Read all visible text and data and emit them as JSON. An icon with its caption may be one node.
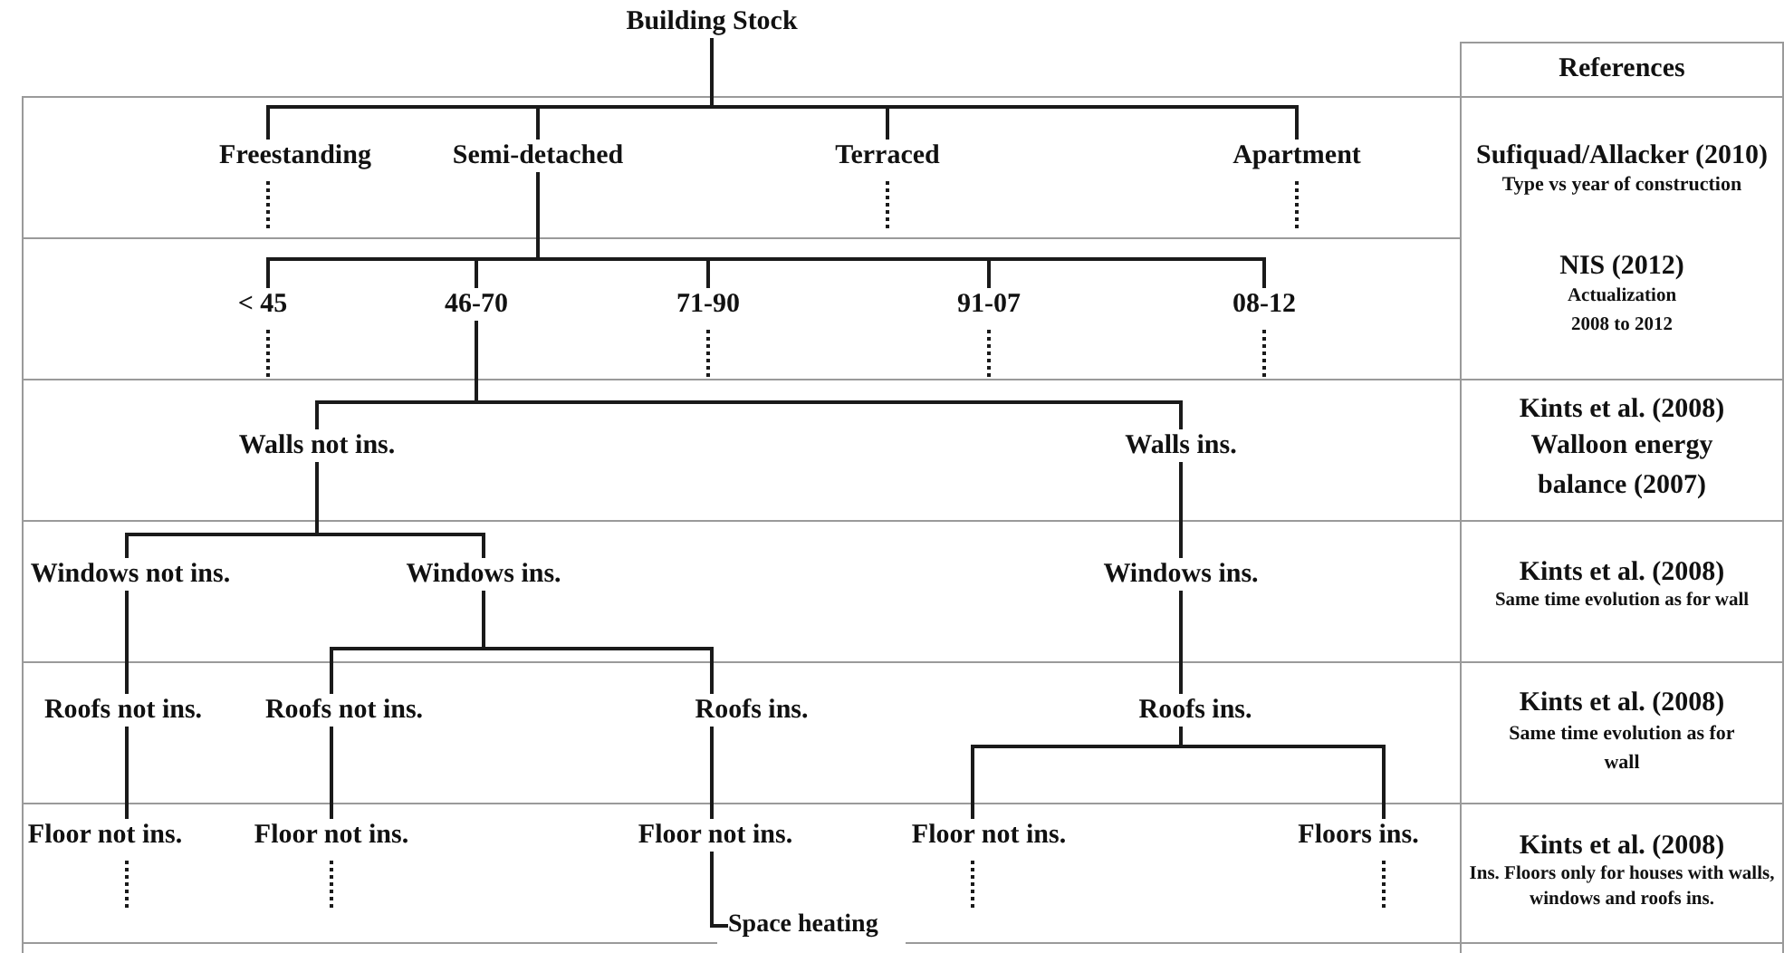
{
  "diagram": {
    "nodes": [
      {
        "text": [
          "Building Stock"
        ]
      },
      {
        "text": [
          "Freestanding"
        ]
      },
      {
        "text": [
          "Semi-detached"
        ]
      },
      {
        "text": [
          "Terraced"
        ]
      },
      {
        "text": [
          "Apartment"
        ]
      },
      {
        "text": [
          "< 45"
        ]
      },
      {
        "text": [
          "46-70"
        ]
      },
      {
        "text": [
          "71-90"
        ]
      },
      {
        "text": [
          "91-07"
        ]
      },
      {
        "text": [
          "08-12"
        ]
      },
      {
        "text": [
          "Walls not ins."
        ]
      },
      {
        "text": [
          "Walls ins."
        ]
      },
      {
        "text": [
          "Windows not ins."
        ]
      },
      {
        "text": [
          "Windows ins."
        ]
      },
      {
        "text": [
          "Windows ins."
        ]
      },
      {
        "text": [
          "Roofs not ins."
        ]
      },
      {
        "text": [
          "Roofs not ins."
        ]
      },
      {
        "text": [
          "Roofs ins."
        ]
      },
      {
        "text": [
          "Roofs ins."
        ]
      },
      {
        "text": [
          "Floor not ins."
        ]
      },
      {
        "text": [
          "Floor not ins."
        ]
      },
      {
        "text": [
          "Floor not ins."
        ]
      },
      {
        "text": [
          "Floor not ins."
        ]
      },
      {
        "text": [
          "Floors ins."
        ]
      },
      {
        "text": [
          "Space heating"
        ]
      }
    ],
    "edges": [
      {
        "from": 0,
        "to": 1,
        "arrow": "none"
      },
      {
        "from": 0,
        "to": 2,
        "arrow": "none"
      },
      {
        "from": 0,
        "to": 3,
        "arrow": "none"
      },
      {
        "from": 0,
        "to": 4,
        "arrow": "none"
      },
      {
        "from": 2,
        "to": 5,
        "arrow": "none"
      },
      {
        "from": 2,
        "to": 6,
        "arrow": "none"
      },
      {
        "from": 2,
        "to": 7,
        "arrow": "none"
      },
      {
        "from": 2,
        "to": 8,
        "arrow": "none"
      },
      {
        "from": 2,
        "to": 9,
        "arrow": "none"
      },
      {
        "from": 6,
        "to": 10,
        "arrow": "none"
      },
      {
        "from": 6,
        "to": 11,
        "arrow": "none"
      },
      {
        "from": 10,
        "to": 12,
        "arrow": "none"
      },
      {
        "from": 10,
        "to": 13,
        "arrow": "none"
      },
      {
        "from": 11,
        "to": 14,
        "arrow": "none"
      },
      {
        "from": 12,
        "to": 15,
        "arrow": "none"
      },
      {
        "from": 13,
        "to": 16,
        "arrow": "none"
      },
      {
        "from": 13,
        "to": 17,
        "arrow": "none"
      },
      {
        "from": 14,
        "to": 18,
        "arrow": "none"
      },
      {
        "from": 15,
        "to": 19,
        "arrow": "none"
      },
      {
        "from": 16,
        "to": 20,
        "arrow": "none"
      },
      {
        "from": 17,
        "to": 21,
        "arrow": "none"
      },
      {
        "from": 18,
        "to": 22,
        "arrow": "none"
      },
      {
        "from": 18,
        "to": 23,
        "arrow": "none"
      },
      {
        "from": 21,
        "to": 24,
        "arrow": "none"
      },
      {
        "from": 1,
        "to": null,
        "arrow": "none",
        "style": "dashed"
      },
      {
        "from": 3,
        "to": null,
        "arrow": "none",
        "style": "dashed"
      },
      {
        "from": 4,
        "to": null,
        "arrow": "none",
        "style": "dashed"
      },
      {
        "from": 5,
        "to": null,
        "arrow": "none",
        "style": "dashed"
      },
      {
        "from": 7,
        "to": null,
        "arrow": "none",
        "style": "dashed"
      },
      {
        "from": 8,
        "to": null,
        "arrow": "none",
        "style": "dashed"
      },
      {
        "from": 9,
        "to": null,
        "arrow": "none",
        "style": "dashed"
      },
      {
        "from": 19,
        "to": null,
        "arrow": "none",
        "style": "dashed"
      },
      {
        "from": 20,
        "to": null,
        "arrow": "none",
        "style": "dashed"
      },
      {
        "from": 22,
        "to": null,
        "arrow": "none",
        "style": "dashed"
      },
      {
        "from": 23,
        "to": null,
        "arrow": "none",
        "style": "dashed"
      }
    ],
    "labels": [
      "References",
      "Sufiquad/Allacker (2010)",
      "Type vs year of construction",
      "NIS (2012)",
      "Actualization 2008 to 2012",
      "Kints et al. (2008)",
      "Walloon energy balance (2007)",
      "Kints et al. (2008)",
      "Same time evolution as for wall",
      "Kints et al. (2008)",
      "Same time evolution as for wall",
      "Kints et al. (2008)",
      "Ins. Floors only for houses with walls, windows and roofs ins."
    ]
  }
}
